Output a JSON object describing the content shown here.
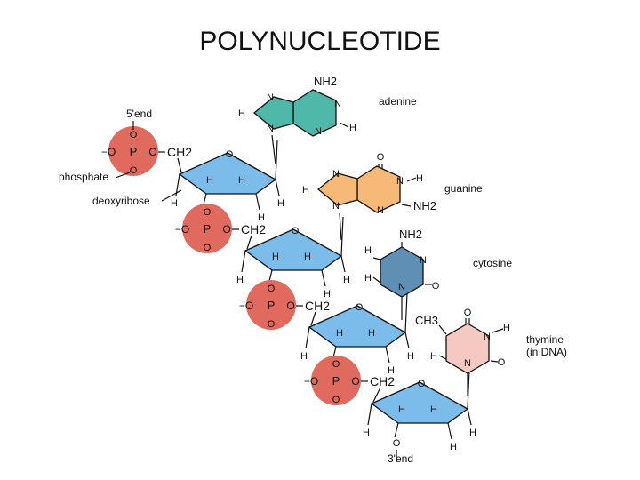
{
  "title": "POLYNUCLEOTIDE",
  "labels": {
    "five_end": "5'end",
    "three_end": "3'end",
    "phosphate": "phosphate",
    "deoxyribose": "deoxyribose",
    "adenine": "adenine",
    "guanine": "guanine",
    "cytosine": "cytosine",
    "thymine_line1": "thymine",
    "thymine_line2": "(in DNA)"
  },
  "phosphate_group": {
    "minus": "−O",
    "o": "O",
    "p": "P",
    "ch2": "CH2"
  },
  "atoms": {
    "h": "H",
    "n": "N",
    "o": "O",
    "nh2": "NH2",
    "ch3": "CH3"
  },
  "colors": {
    "phosphate": "#e06a5e",
    "sugar": "#7cbcea",
    "adenine": "#4fb8a8",
    "guanine": "#f7b978",
    "cytosine": "#5f8fb5",
    "thymine": "#f4c9c2"
  }
}
